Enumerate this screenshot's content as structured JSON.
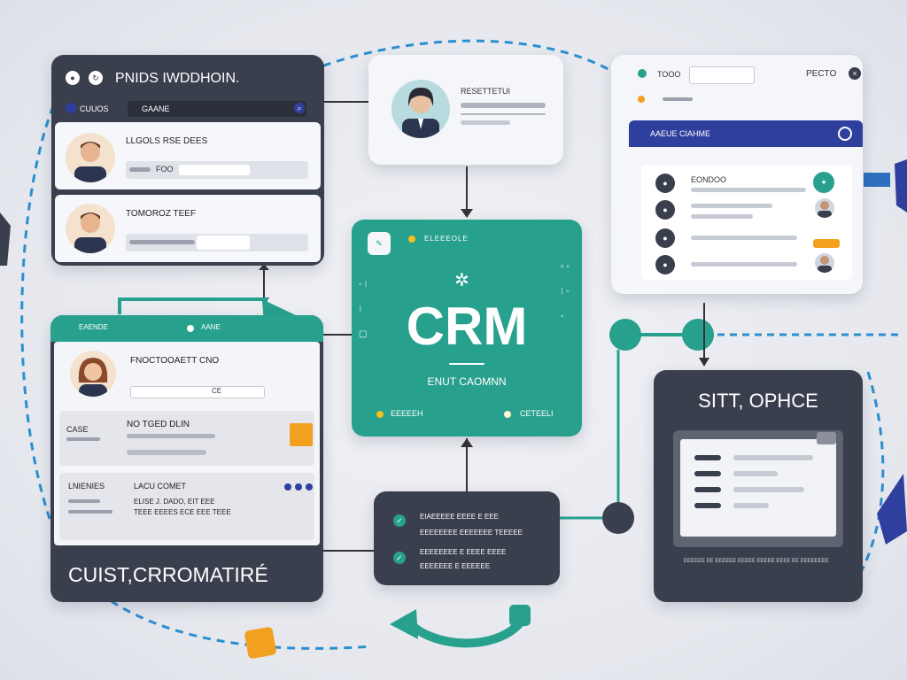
{
  "colors": {
    "teal": "#27a08d",
    "navy": "#3a3f4e",
    "blue": "#2f3f9e",
    "orange": "#f2a020",
    "bg": "#e9ebf1"
  },
  "contacts_panel": {
    "title": "PNIDS IWDDHOIN.",
    "tab_left": "CUUOS",
    "tab_right": "GAANE",
    "row1_name": "LLGOLS RSE DEES",
    "row1_field": "FOO",
    "row2_name": "TOMOROZ TEEF"
  },
  "profile_card": {
    "name": "RESETTETUI"
  },
  "settings_panel": {
    "label_left": "TOOO",
    "label_right": "PECTO",
    "band_title": "AAEUE CIAHME",
    "item1": "EONDOO"
  },
  "crm_hub": {
    "top_label": "ELEEEOLE",
    "title": "CRM",
    "subtitle": "ENUT CAOMNN",
    "bottom_left": "EEEEEH",
    "bottom_right": "CETEELI"
  },
  "customer_card": {
    "tab_left": "EAENDE",
    "tab_right": "AANE",
    "person_name": "FNOCTOOAETT CNO",
    "field_btn": "CE",
    "row1_label": "CASE",
    "row1_value": "NO TGED DLIN",
    "row2_label": "LNIENIES",
    "row2_title": "LACU COMET",
    "row2_line1": "ELISE J. DADO, EIT EEE",
    "row2_line2": "TEEE EEEES ECE EEE TEEE",
    "footer_title": "CUIST,CRROMATIRÉ"
  },
  "activity_card": {
    "line1": "EIAEEEEE EEEE E EEE",
    "line2": "EEEEEEEE EEEEEEE TEEEEE",
    "line3": "EEEEEEEE E EEEE EEEE",
    "line4": "EEEEEEE E EEEEEE"
  },
  "sales_panel": {
    "title": "SITT, OPHCE",
    "caption": "EEEEEE EE EEEEEE EEEEE EEEEE EEEE EE EEEEEEEE"
  }
}
